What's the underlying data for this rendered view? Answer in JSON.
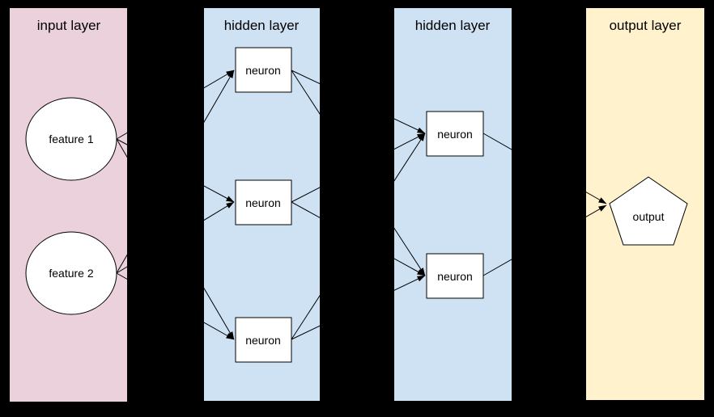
{
  "diagram": {
    "type": "neural-network",
    "background_color": "#000000",
    "node_fill_color": "#ffffff",
    "edge_color": "#000000",
    "layers": [
      {
        "title": "input layer",
        "panel_color": "#ead1dc",
        "nodes": [
          {
            "id": "feature1",
            "label": "feature 1",
            "shape": "ellipse"
          },
          {
            "id": "feature2",
            "label": "feature 2",
            "shape": "ellipse"
          }
        ]
      },
      {
        "title": "hidden layer",
        "panel_color": "#cfe2f3",
        "nodes": [
          {
            "id": "h1n1",
            "label": "neuron",
            "shape": "rect"
          },
          {
            "id": "h1n2",
            "label": "neuron",
            "shape": "rect"
          },
          {
            "id": "h1n3",
            "label": "neuron",
            "shape": "rect"
          }
        ]
      },
      {
        "title": "hidden layer",
        "panel_color": "#cfe2f3",
        "nodes": [
          {
            "id": "h2n1",
            "label": "neuron",
            "shape": "rect"
          },
          {
            "id": "h2n2",
            "label": "neuron",
            "shape": "rect"
          }
        ]
      },
      {
        "title": "output layer",
        "panel_color": "#fff2cc",
        "nodes": [
          {
            "id": "output",
            "label": "output",
            "shape": "pentagon"
          }
        ]
      }
    ],
    "edges": [
      {
        "from": "feature1",
        "to": "h1n1"
      },
      {
        "from": "feature1",
        "to": "h1n2"
      },
      {
        "from": "feature1",
        "to": "h1n3"
      },
      {
        "from": "feature2",
        "to": "h1n1"
      },
      {
        "from": "feature2",
        "to": "h1n2"
      },
      {
        "from": "feature2",
        "to": "h1n3"
      },
      {
        "from": "h1n1",
        "to": "h2n1"
      },
      {
        "from": "h1n1",
        "to": "h2n2"
      },
      {
        "from": "h1n2",
        "to": "h2n1"
      },
      {
        "from": "h1n2",
        "to": "h2n2"
      },
      {
        "from": "h1n3",
        "to": "h2n1"
      },
      {
        "from": "h1n3",
        "to": "h2n2"
      },
      {
        "from": "h2n1",
        "to": "output"
      },
      {
        "from": "h2n2",
        "to": "output"
      }
    ]
  }
}
